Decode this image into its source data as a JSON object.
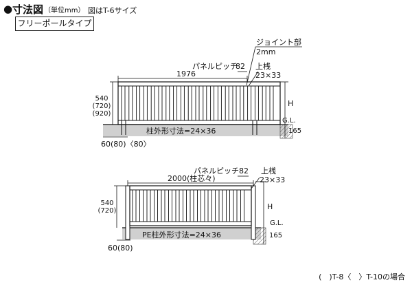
{
  "header": {
    "bullet": "●",
    "title": "寸法図",
    "unit": "（単位mm）",
    "note": "図はT-6サイズ"
  },
  "type_label": "フリーポールタイプ",
  "diagram1": {
    "joint_label_1": "ジョイント部",
    "joint_label_2": "2mm",
    "panel_pitch": "パネルピッチ",
    "pitch_value": "82",
    "top_rail": "上桟",
    "top_rail_size": "23×33",
    "width": "1976",
    "height_1": "540",
    "height_2": "(720)",
    "height_3": "(920)",
    "h_label": "H",
    "gl_label": "G.L.",
    "depth": "165",
    "post_size": "柱外形寸法=24×36",
    "dim_bottom": "60(80)〈80〉"
  },
  "diagram2": {
    "panel_pitch": "パネルピッチ",
    "pitch_value": "82",
    "top_rail": "上桟",
    "top_rail_size": "23×33",
    "width": "2000(柱芯々)",
    "height_1": "540",
    "height_2": "(720)",
    "h_label": "H",
    "gl_label": "G.L.",
    "depth": "165",
    "post_size": "PE柱外形寸法=24×36",
    "dim_bottom": "60(80)"
  },
  "footer": "(　)T-8〈　〉T-10の場合"
}
